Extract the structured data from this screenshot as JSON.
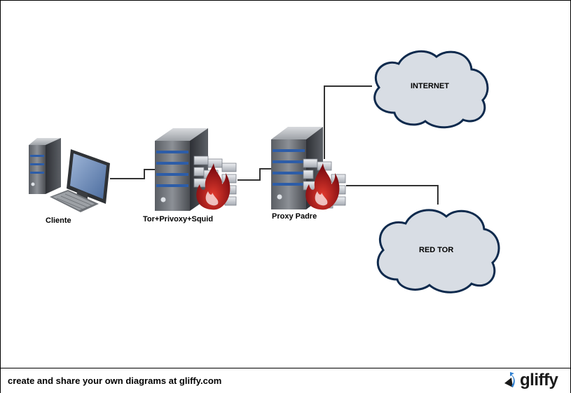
{
  "nodes": {
    "cliente": {
      "label": "Cliente",
      "icon": "desktop-computer-icon"
    },
    "tor_privoxy_squid": {
      "label": "Tor+Privoxy+Squid",
      "icon": "server-firewall-icon"
    },
    "proxy_padre": {
      "label": "Proxy Padre",
      "icon": "server-firewall-icon"
    },
    "internet": {
      "label": "INTERNET",
      "icon": "cloud-icon"
    },
    "red_tor": {
      "label": "RED TOR",
      "icon": "cloud-icon"
    }
  },
  "edges": [
    {
      "from": "cliente",
      "to": "tor_privoxy_squid"
    },
    {
      "from": "tor_privoxy_squid",
      "to": "proxy_padre"
    },
    {
      "from": "proxy_padre",
      "to": "internet"
    },
    {
      "from": "proxy_padre",
      "to": "red_tor"
    }
  ],
  "footer": {
    "text": "create and share your own diagrams at gliffy.com",
    "brand": "gliffy",
    "brand_icon": "gliffy-logo-icon"
  },
  "colors": {
    "cloud_fill": "#d8dde4",
    "cloud_stroke": "#0e2a4d",
    "server_dark": "#3c3f44",
    "server_light": "#b9bcc0",
    "server_accent": "#2d5da8",
    "flame": "#b3121b"
  }
}
